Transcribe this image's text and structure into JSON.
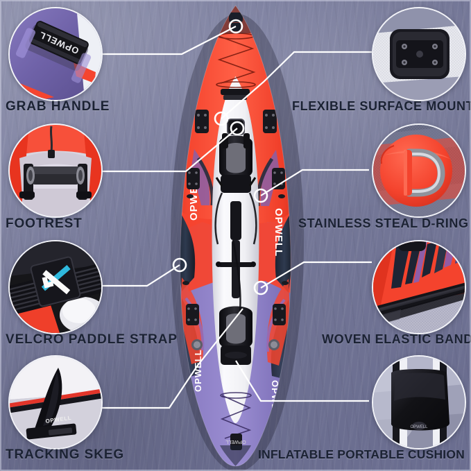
{
  "image": {
    "subject": "inflatable-kayak-feature-infographic",
    "background_color": "#747797",
    "label_color": "#1b2233",
    "line_color": "#ffffff",
    "accent_red": "#f5452f",
    "accent_purple": "#7a6bb5",
    "brand_text": "OPWELL"
  },
  "callouts": {
    "grab_handle": {
      "label": "GRAB HANDLE",
      "detail_name": "grab-handle-detail",
      "side": "left",
      "index": 1
    },
    "footrest": {
      "label": "FOOTREST",
      "detail_name": "footrest-detail",
      "side": "left",
      "index": 2
    },
    "velcro_paddle_strap": {
      "label": "VELCRO PADDLE STRAP",
      "detail_name": "velcro-paddle-strap-detail",
      "side": "left",
      "index": 3
    },
    "tracking_skeg": {
      "label": "TRACKING SKEG",
      "detail_name": "tracking-skeg-detail",
      "side": "left",
      "index": 4
    },
    "flexible_surface_mount": {
      "label": "FLEXIBLE SURFACE MOUNT",
      "detail_name": "flexible-surface-mount-detail",
      "side": "right",
      "index": 5
    },
    "stainless_steal_d_ring": {
      "label": "STAINLESS STEAL D-RING",
      "detail_name": "stainless-steal-d-ring-detail",
      "side": "right",
      "index": 6
    },
    "woven_elastic_band": {
      "label": "WOVEN ELASTIC BAND",
      "detail_name": "woven-elastic-band-detail",
      "side": "right",
      "index": 7
    },
    "inflatable_portable_cushion": {
      "label": "INFLATABLE PORTABLE CUSHION",
      "detail_name": "inflatable-portable-cushion-detail",
      "side": "right",
      "index": 8
    }
  },
  "product": {
    "name": "inflatable-kayak",
    "hull_bow_color": "#f5452f",
    "hull_stern_color": "#8679bf",
    "deck_color": "#f2f2f5",
    "seat_color": "#17171b",
    "logo_text": "OPWELL"
  }
}
